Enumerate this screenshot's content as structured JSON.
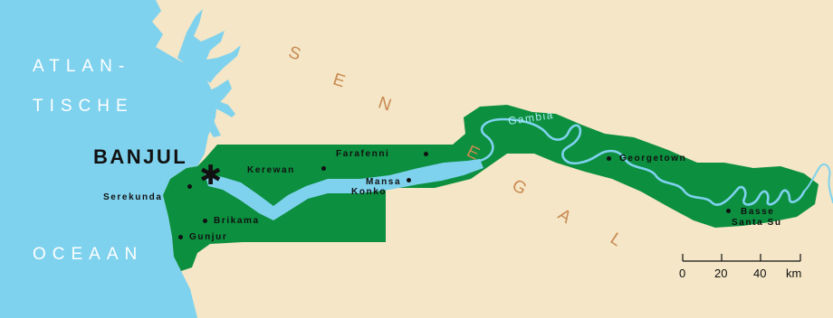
{
  "ocean": {
    "line1": "ATLAN-",
    "line2": "TISCHE",
    "line3": "OCEAAN"
  },
  "country": {
    "letters": [
      "S",
      "E",
      "N",
      "E",
      "G",
      "A",
      "L"
    ]
  },
  "capital": {
    "name": "BANJUL",
    "marker": "✱"
  },
  "river": {
    "name": "Gambia"
  },
  "towns": {
    "serekunda": "Serekunda",
    "brikama": "Brikama",
    "gunjur": "Gunjur",
    "kerewan": "Kerewan",
    "farafenni": "Farafenni",
    "mansa_konko_line1": "Mansa",
    "mansa_konko_line2": "Konko",
    "georgetown": "Georgetown",
    "basse_line1": "Basse",
    "basse_line2": "Santa Su"
  },
  "scale": {
    "ticks": [
      "0",
      "20",
      "40"
    ],
    "unit": "km"
  },
  "colors": {
    "ocean": "#7fd2ee",
    "land": "#f4e6c6",
    "gambia": "#0c8f3f",
    "river": "#7fd2ee",
    "country_label": "#c98a52"
  }
}
